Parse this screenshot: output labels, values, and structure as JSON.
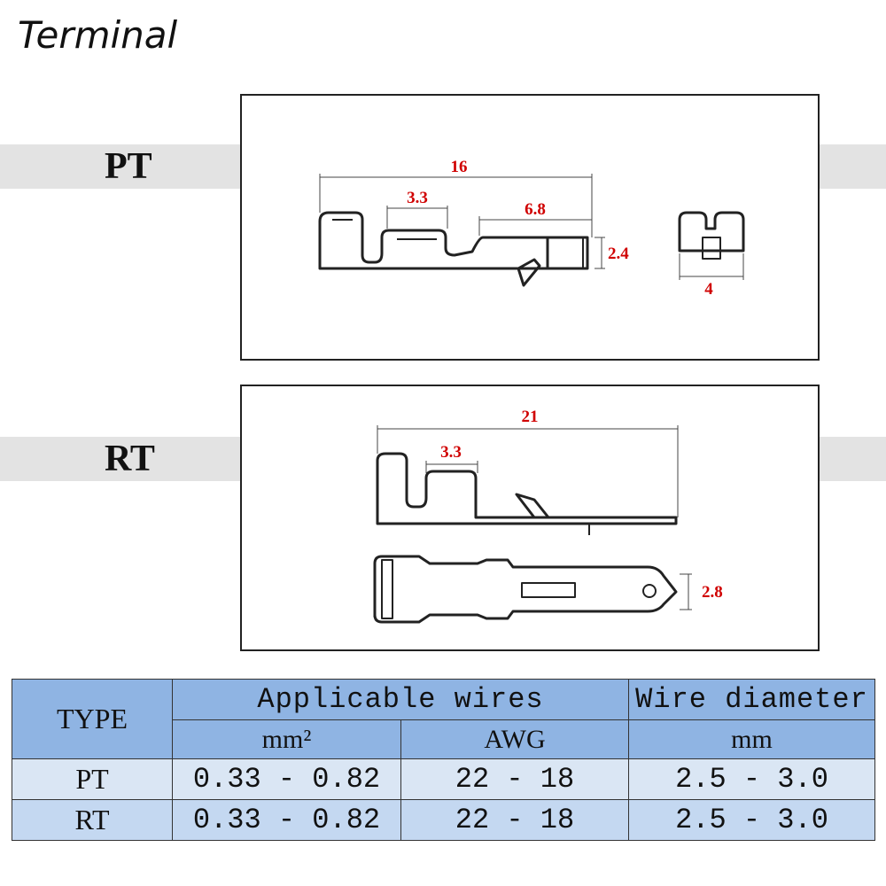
{
  "title": "Terminal",
  "pt": {
    "label": "PT",
    "dims": {
      "length": "16",
      "crimp": "3.3",
      "contact": "6.8",
      "height": "2.4",
      "width": "4"
    }
  },
  "rt": {
    "label": "RT",
    "dims": {
      "length": "21",
      "crimp": "3.3",
      "width": "2.8"
    }
  },
  "table": {
    "type_header": "TYPE",
    "applicable_header": "Applicable wires",
    "diameter_header": "Wire diameter",
    "unit_mm2": "mm²",
    "unit_awg": "AWG",
    "unit_mm": "mm",
    "rows": [
      {
        "type": "PT",
        "mm2": "0.33 - 0.82",
        "awg": "22 - 18",
        "diameter": "2.5 - 3.0"
      },
      {
        "type": "RT",
        "mm2": "0.33 - 0.82",
        "awg": "22 - 18",
        "diameter": "2.5 - 3.0"
      }
    ]
  },
  "colors": {
    "dimension": "#d00000",
    "header": "#8fb4e3",
    "row1": "#dae6f4",
    "row2": "#c4d8f1",
    "band": "#e3e3e3"
  }
}
